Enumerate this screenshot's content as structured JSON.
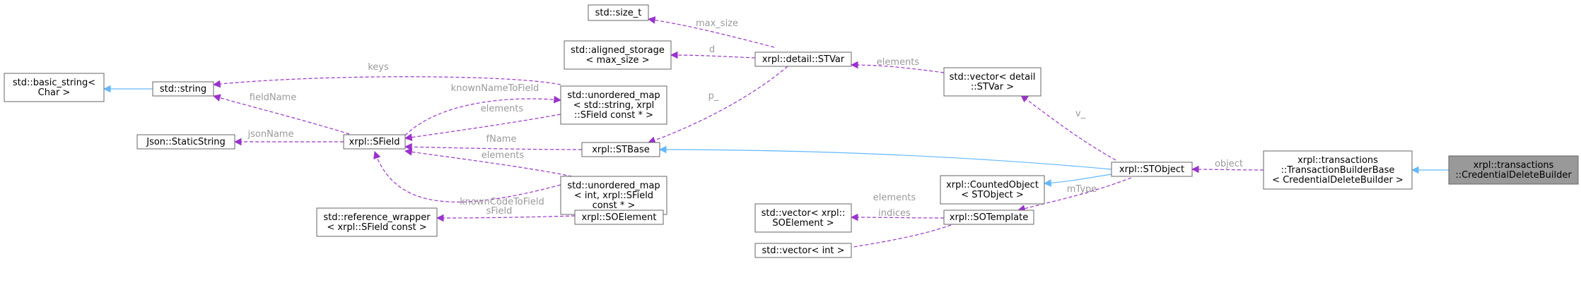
{
  "colors": {
    "dependency": "#9a32cd",
    "inheritance": "#63b8ff",
    "node_border": "#666666",
    "focus_fill": "#999999",
    "edge_label": "#9a9a9a"
  },
  "nodes": {
    "basic_string": [
      "std::basic_string<",
      "Char >"
    ],
    "string": [
      "std::string"
    ],
    "static_string": [
      "Json::StaticString"
    ],
    "sfield": [
      "xrpl::SField"
    ],
    "ref_wrapper": [
      "std::reference_wrapper",
      "< xrpl::SField const >"
    ],
    "size_t": [
      "std::size_t"
    ],
    "aligned_storage": [
      "std::aligned_storage",
      "< max_size >"
    ],
    "umap_string": [
      "std::unordered_map",
      "< std::string, xrpl",
      "::SField const * >"
    ],
    "stbase": [
      "xrpl::STBase"
    ],
    "umap_int": [
      "std::unordered_map",
      "< int, xrpl::SField",
      "const * >"
    ],
    "soelement": [
      "xrpl::SOElement"
    ],
    "stvar": [
      "xrpl::detail::STVar"
    ],
    "vector_soelement": [
      "std::vector< xrpl::",
      "SOElement >"
    ],
    "vector_int": [
      "std::vector< int >"
    ],
    "vector_stvar": [
      "std::vector< detail",
      "::STVar >"
    ],
    "counted_object": [
      "xrpl::CountedObject",
      "< STObject >"
    ],
    "sotemplate": [
      "xrpl::SOTemplate"
    ],
    "stobject": [
      "xrpl::STObject"
    ],
    "tx_builder_base": [
      "xrpl::transactions",
      "::TransactionBuilderBase",
      "< CredentialDeleteBuilder >"
    ],
    "credential_delete_builder": [
      "xrpl::transactions",
      "::CredentialDeleteBuilder"
    ]
  },
  "edge_labels": {
    "keys": "keys",
    "field_name": "fieldName",
    "json_name": "jsonName",
    "known_name_to_field": "knownNameToField",
    "elements_umap_string": "elements",
    "fname": "fName",
    "elements_umap_int": "elements",
    "known_code_to_field": "knownCodeToField",
    "sfield_ref": "sField",
    "max_size": "max_size",
    "d": "d",
    "p": "p_",
    "elements_stvar": "elements",
    "v": "v_",
    "object": "object",
    "mtype": "mType",
    "elements_soelement": "elements",
    "indices": "indices"
  }
}
